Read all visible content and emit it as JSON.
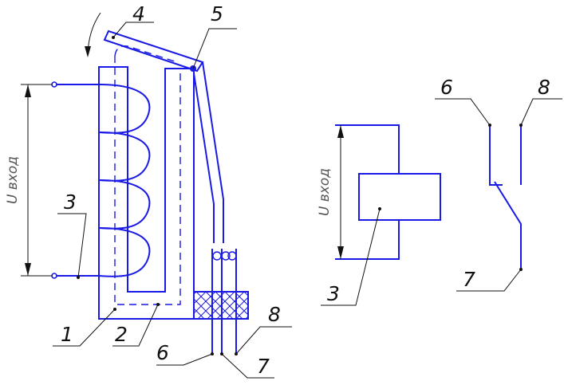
{
  "left_view": {
    "input_voltage_label": "U вход",
    "callouts": [
      "1",
      "2",
      "3",
      "4",
      "5",
      "6",
      "7",
      "8"
    ]
  },
  "right_view": {
    "input_voltage_label": "U вход",
    "callouts": [
      "3",
      "6",
      "7",
      "8"
    ]
  },
  "colors": {
    "drawing": "#1a1ae6",
    "leaders": "#111111"
  }
}
